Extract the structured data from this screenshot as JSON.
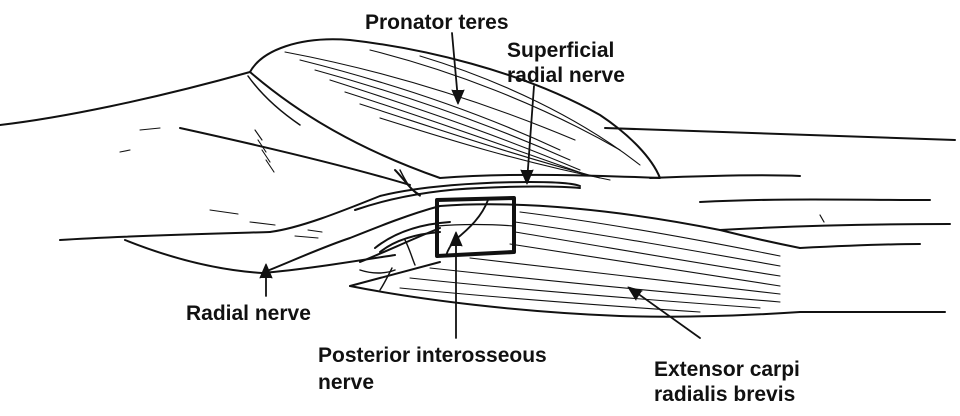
{
  "labels": {
    "pronator_teres": "Pronator teres",
    "superficial_radial_nerve_1": "Superficial",
    "superficial_radial_nerve_2": "radial nerve",
    "radial_nerve": "Radial nerve",
    "posterior_interosseous_nerve_1": "Posterior interosseous",
    "posterior_interosseous_nerve_2": "nerve",
    "extensor_carpi_radialis_brevis_1": "Extensor carpi",
    "extensor_carpi_radialis_brevis_2": "radialis brevis"
  },
  "colors": {
    "ink": "#111111",
    "background": "#ffffff"
  }
}
